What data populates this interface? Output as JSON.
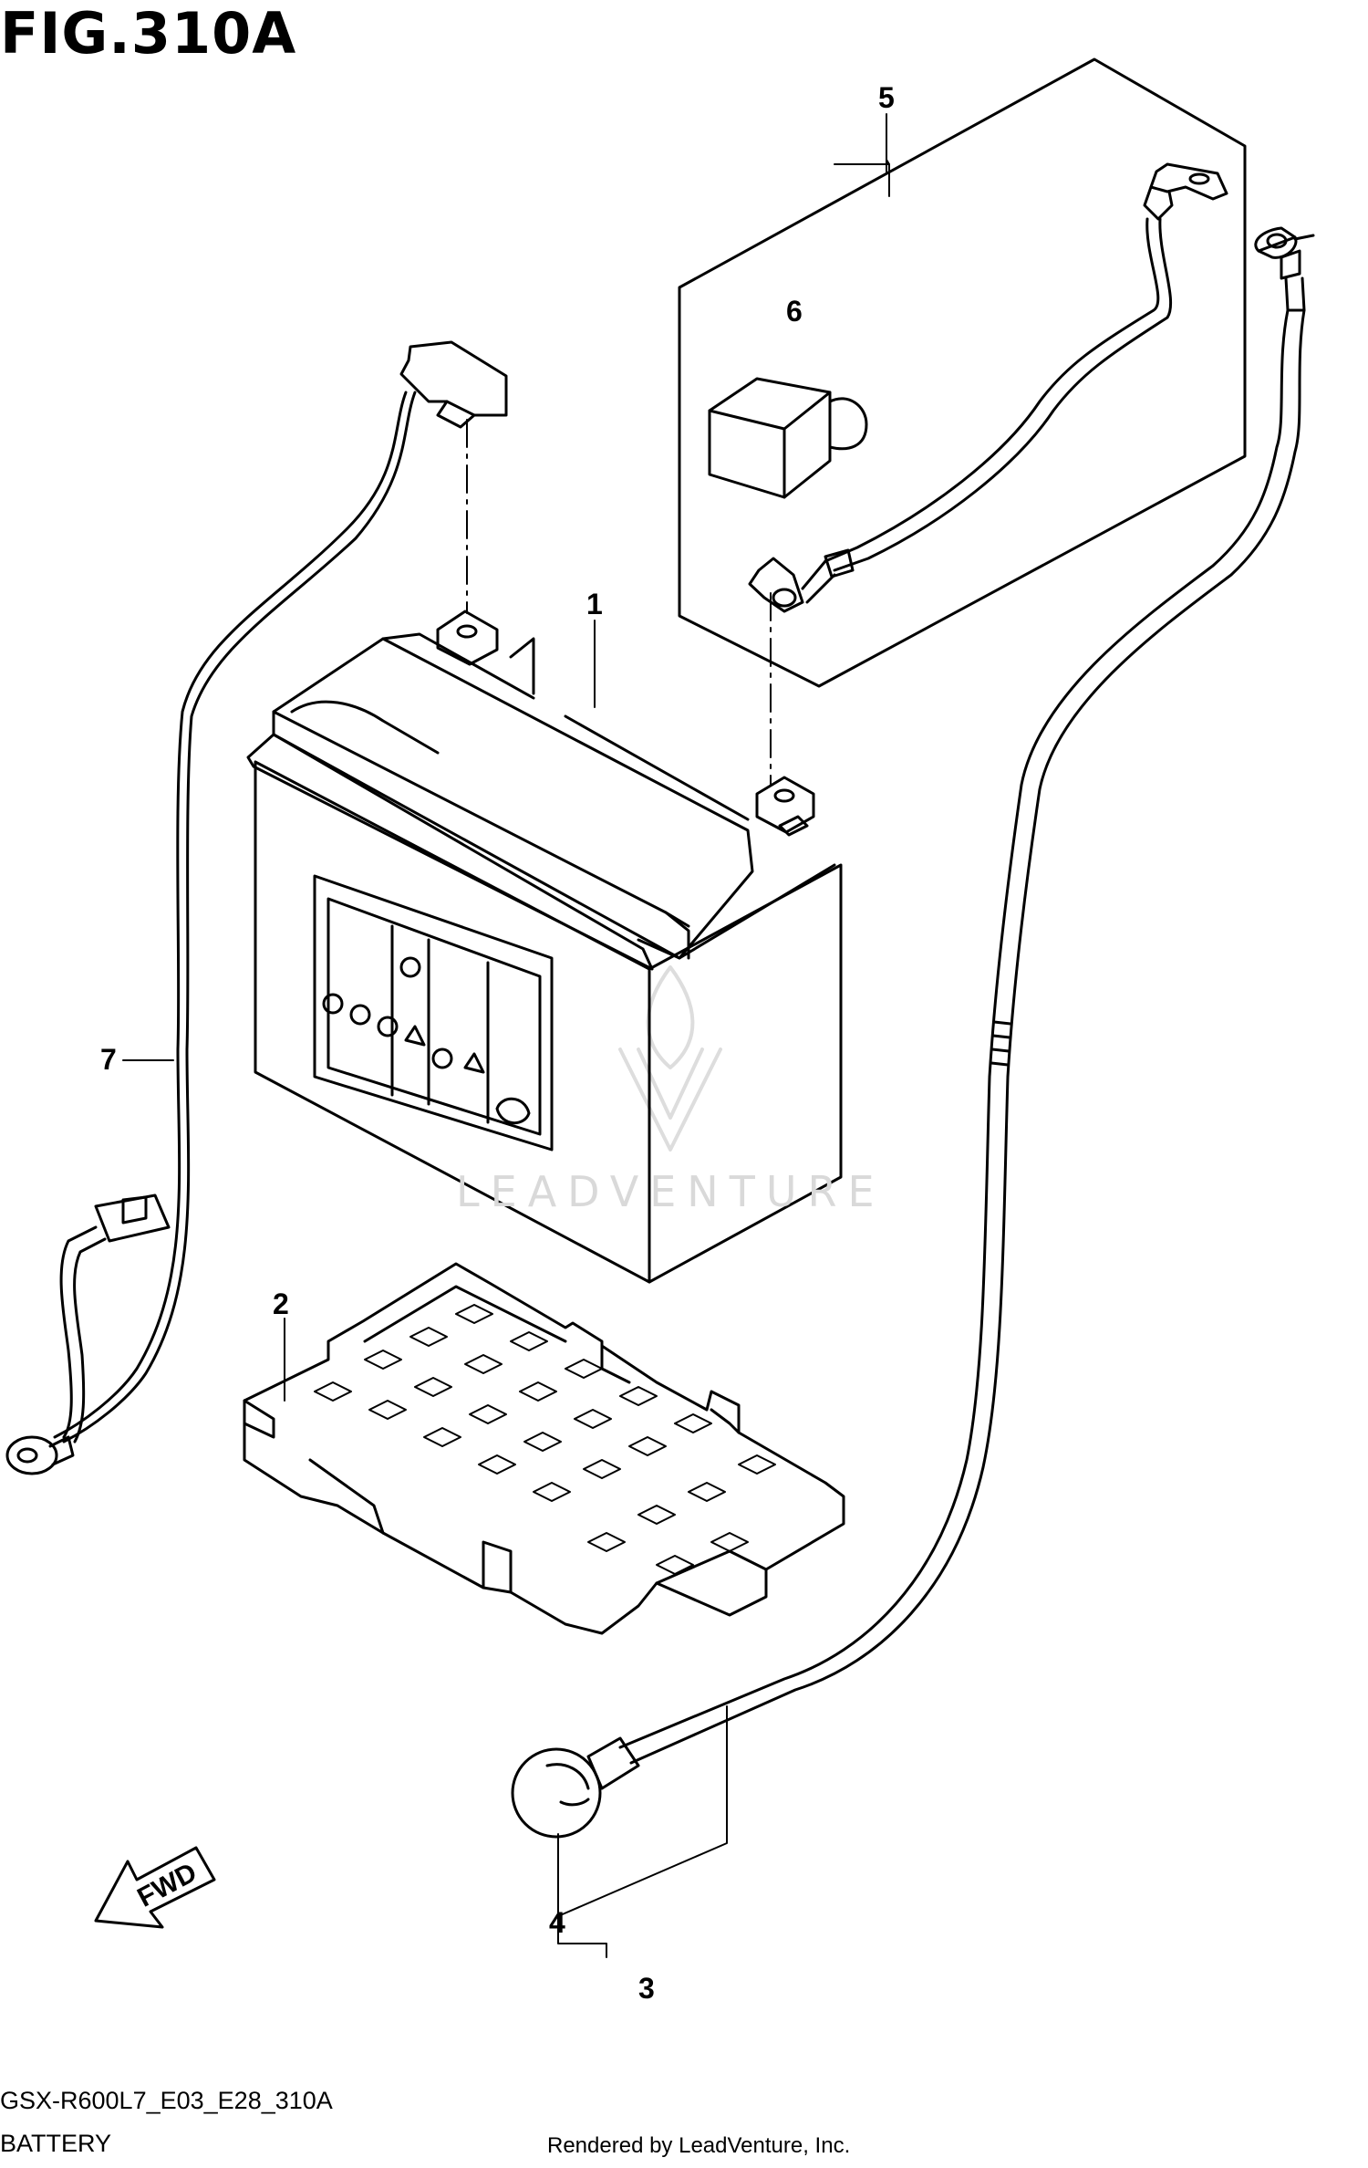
{
  "figure": {
    "title": "FIG.310A",
    "model_code": "GSX-R600L7_E03_E28_310A",
    "section_name": "BATTERY",
    "rendered_by": "Rendered by LeadVenture, Inc.",
    "watermark": "LEADVENTURE",
    "direction_label": "FWD"
  },
  "callouts": [
    {
      "id": "1",
      "label": "1",
      "part": "battery"
    },
    {
      "id": "2",
      "label": "2",
      "part": "battery-tray"
    },
    {
      "id": "3",
      "label": "3",
      "part": "negative-cable-assembly"
    },
    {
      "id": "4",
      "label": "4",
      "part": "terminal-cover"
    },
    {
      "id": "5",
      "label": "5",
      "part": "positive-cable-kit"
    },
    {
      "id": "6",
      "label": "6",
      "part": "terminal-cap"
    },
    {
      "id": "7",
      "label": "7",
      "part": "wire-harness"
    }
  ],
  "colors": {
    "line": "#000000",
    "watermark": "#d9d9d9"
  }
}
